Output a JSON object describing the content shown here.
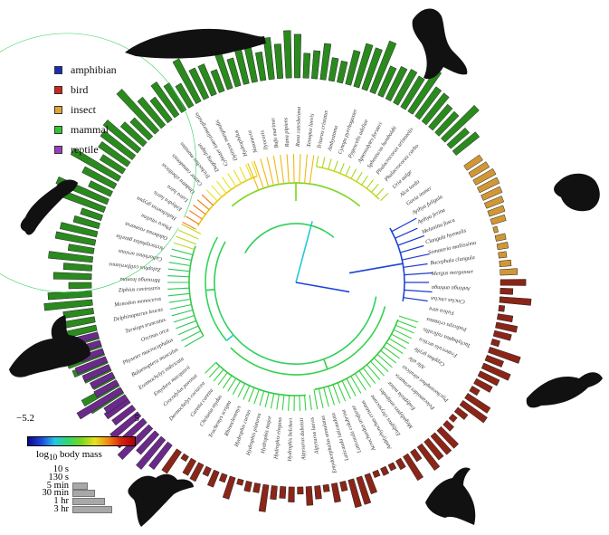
{
  "legend": [
    {
      "label": "amphibian",
      "color": "#1a2bb8"
    },
    {
      "label": "bird",
      "color": "#d0251a"
    },
    {
      "label": "insect",
      "color": "#e3a233"
    },
    {
      "label": "mammal",
      "color": "#2ec62e"
    },
    {
      "label": "reptile",
      "color": "#9a3cbc"
    }
  ],
  "bar_colors": {
    "mammal": "#2a8a1e",
    "insect": "#d19735",
    "bird": "#8a2518",
    "reptile": "#6a2a8a"
  },
  "colorbar": {
    "min_label": "−5.2",
    "max_label": "5",
    "label": "log",
    "label_sub": "10",
    "label_rest": " body mass"
  },
  "duration_scale": {
    "labels": [
      "10 s",
      "130 s",
      "5 min",
      "30 min",
      "1 hr",
      "3 hr"
    ],
    "bar_fractions": [
      0.0,
      0.0,
      0.35,
      0.55,
      0.8,
      1.0
    ]
  },
  "silhouettes": [
    "whale-icon",
    "sea-lion-icon",
    "diving-beetle-icon",
    "penguin-icon",
    "cormorant-icon",
    "duck-icon",
    "sea-turtle-icon",
    "iguana-icon"
  ],
  "sample_taxa": {
    "left": [
      "Amblyrhynchus cristatus",
      "Acrochordus arafurae",
      "Laticauda colubrina",
      "Laticauda laticaudata",
      "Emydocephalus annulatus",
      "Aipysurus laevis",
      "Aipysurus duboisii",
      "Hydrophis belcheri",
      "Hydrophis elegans",
      "Hydrophis major",
      "Hydrophis platurus",
      "Hydrophis curtus",
      "Rhinoclemmys",
      "Trachemys scripta",
      "Chelonia mydas",
      "Caretta caretta",
      "Dermochelys coriacea",
      "Crocodylus porosus",
      "Emydura macquarii",
      "Eretmochelys imbricata"
    ],
    "right": [
      "Cybister lateralimarginalis",
      "Dytiscus marginalis",
      "Hydrophilus",
      "Notonecta",
      "Ilyocoris",
      "Bufo marinus",
      "Rana pipiens",
      "Rana catesbeiana",
      "Xenopus laevis",
      "Triturus cristatus",
      "Ambystoma",
      "Cynops pyrrhogaster",
      "Pygoscelis adeliae",
      "Aptenodytes forsteri",
      "Spheniscus humboldti",
      "Phalacrocorax aristotelis",
      "Phalacrocorax carbo",
      "Uria aalge",
      "Alca torda",
      "Gavia immer"
    ],
    "top": [
      "Balaenoptera musculus",
      "Physeter macrocephalus",
      "Orcinus orca",
      "Tursiops truncatus",
      "Delphinapterus leucas",
      "Monodon monoceros",
      "Ziphius cavirostris",
      "Mirounga leonina",
      "Zalophus californianus",
      "Callorhinus ursinus",
      "Arctocephalus gazella",
      "Odobenus rosmarus",
      "Phoca vitulina",
      "Halichoerus grypus",
      "Enhydra lutris",
      "Lutra lutra",
      "Ondatra zibethicus",
      "Castor canadensis",
      "Trichechus manatus",
      "Dugong dugon"
    ],
    "bottom": [
      "Aythya fuligula",
      "Aythya ferina",
      "Melanitta fusca",
      "Clangula hyemalis",
      "Somateria mollissima",
      "Bucephala clangula",
      "Mergus merganser",
      "Anhinga anhinga",
      "Cinclus cinclus",
      "Fulica atra",
      "Podiceps cristatus",
      "Tachybaptus ruficollis",
      "Fratercula arctica",
      "Cepphus grylle",
      "Alle alle",
      "Ptychoramphus aleuticus",
      "Pelecanoides urinatrix",
      "Eudyptula minor",
      "Megadyptes antipodes",
      "Eudyptes chrysocome"
    ]
  }
}
